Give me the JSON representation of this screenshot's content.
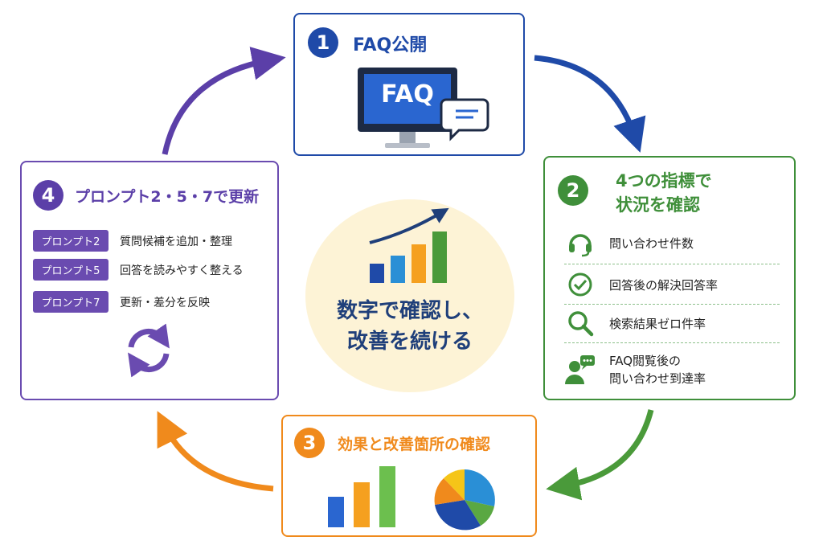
{
  "steps": {
    "step1": {
      "number": "1",
      "title": "FAQ公開",
      "screen_label": "FAQ"
    },
    "step2": {
      "number": "2",
      "title_line1": "4つの指標で",
      "title_line2": "状況を確認",
      "metrics": [
        {
          "icon": "headset-icon",
          "label": "問い合わせ件数"
        },
        {
          "icon": "check-circle-icon",
          "label": "回答後の解決回答率"
        },
        {
          "icon": "search-icon",
          "label": "検索結果ゼロ件率"
        },
        {
          "icon": "person-chat-icon",
          "label_line1": "FAQ閲覧後の",
          "label_line2": "問い合わせ到達率"
        }
      ]
    },
    "step3": {
      "number": "3",
      "title": "効果と改善箇所の確認"
    },
    "step4": {
      "number": "4",
      "title": "プロンプト2・5・7で更新",
      "rows": [
        {
          "tag": "プロンプト2",
          "text": "質問候補を追加・整理"
        },
        {
          "tag": "プロンプト5",
          "text": "回答を読みやすく整える"
        },
        {
          "tag": "プロンプト7",
          "text": "更新・差分を反映"
        }
      ]
    }
  },
  "center": {
    "line1": "数字で確認し、",
    "line2": "改善を続ける"
  },
  "colors": {
    "blue": "#1f4aa8",
    "green": "#3f8f3a",
    "orange": "#f08a1c",
    "purple": "#5b3fa8"
  }
}
